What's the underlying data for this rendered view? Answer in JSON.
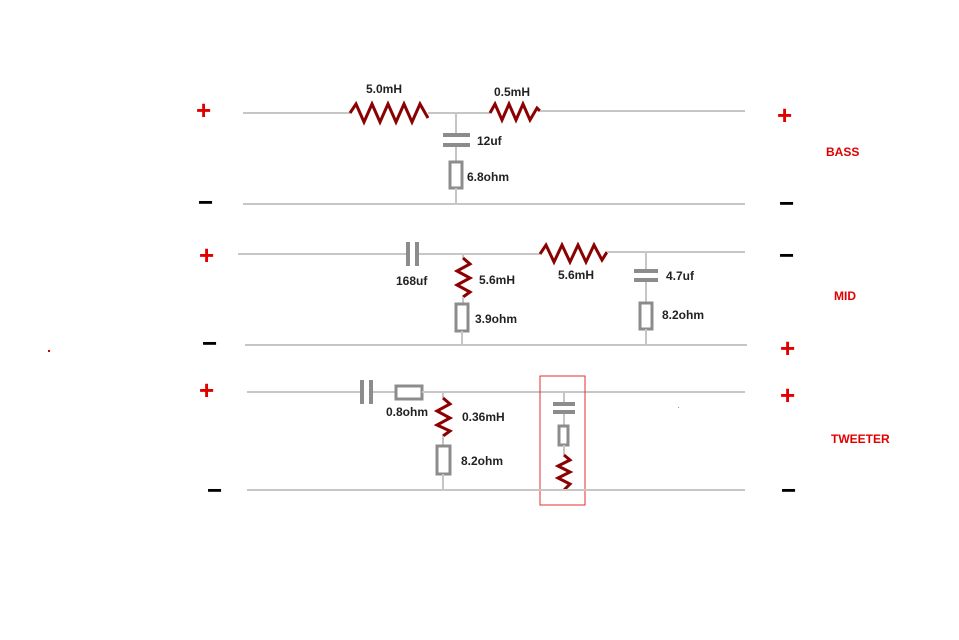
{
  "colors": {
    "wire": "#c6c6c6",
    "component": "#8c8c8c",
    "inductor": "#8b0000",
    "sign": "#e00000",
    "section_label": "#e00000",
    "highlight_box": "#e03030",
    "text": "#222222"
  },
  "signs": {
    "plus": "+",
    "minus": "−"
  },
  "bass": {
    "section_label": "BASS",
    "l1": "5.0mH",
    "l2": "0.5mH",
    "c1": "12uf",
    "r1": "6.8ohm"
  },
  "mid": {
    "section_label": "MID",
    "c1": "168uf",
    "l1": "5.6mH",
    "l2": "5.6mH",
    "r1": "3.9ohm",
    "c2": "4.7uf",
    "r2": "8.2ohm"
  },
  "tweeter": {
    "section_label": "TWEETER",
    "r1": "0.8ohm",
    "l1": "0.36mH",
    "r2": "8.2ohm"
  },
  "icons": {
    "highlight": "cap-resistor-inductor-series-box"
  }
}
